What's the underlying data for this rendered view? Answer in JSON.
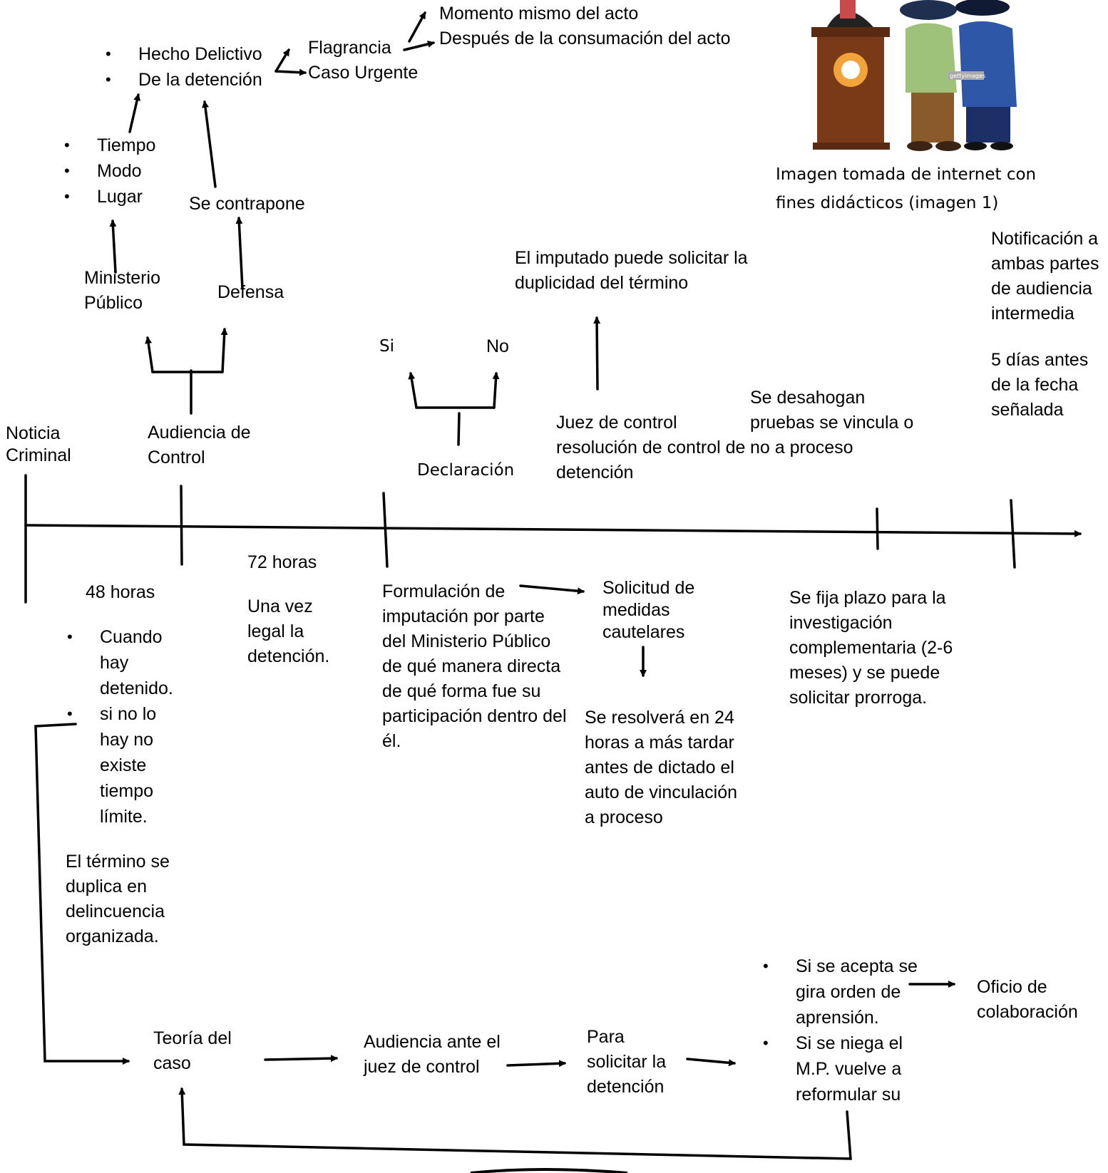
{
  "top": {
    "bullets": [
      "Hecho Delictivo",
      "De la detención"
    ],
    "flagrancia": "Flagrancia",
    "caso_urgente": "Caso Urgente",
    "momento": "Momento mismo del acto",
    "despues": "Después de la consumación del acto",
    "tml_bullets": [
      "Tiempo",
      "Modo",
      "Lugar"
    ],
    "se_contrapone": "Se contrapone",
    "ministerio": "Ministerio Público",
    "defensa": "Defensa"
  },
  "image": {
    "caption": "Imagen tomada de internet con fines didácticos (imagen 1)",
    "watermark": "gettyimages"
  },
  "timeline": {
    "noticia": "Noticia Criminal",
    "audiencia_control": "Audiencia de Control",
    "si": "Si",
    "no": "No",
    "declaracion": "Declaración",
    "imputado": "El imputado puede solicitar la duplicidad del término",
    "juez": "Juez de control resolución de control de detención",
    "desahogan": "Se desahogan pruebas se vincula o no a proceso",
    "notificacion": "Notificación a ambas partes de audiencia intermedia",
    "cinco_dias": "5 días antes de la fecha señalada"
  },
  "below": {
    "h48": "48 horas",
    "h48_bullets": [
      "Cuando hay detenido.",
      "si no lo hay no existe tiempo límite."
    ],
    "duplica": "El término se duplica en delincuencia organizada.",
    "h72": "72 horas",
    "una_vez": "Una vez legal la detención.",
    "formulacion": "Formulación de imputación por parte del Ministerio Público de qué manera directa de qué forma fue su participación dentro del él.",
    "solicitud": "Solicitud de medidas cautelares",
    "resolvera": "Se resolverá en 24 horas a más tardar antes de dictado el auto de vinculación a proceso",
    "plazo": "Se fija plazo para la investigación complementaria (2-6 meses) y se puede solicitar prorroga."
  },
  "bottom": {
    "teoria": "Teoría del caso",
    "audiencia_juez": "Audiencia ante el juez de control",
    "para_solicitar": "Para solicitar la detención",
    "bullets": [
      "Si se acepta se gira orden de aprensión.",
      "Si se niega el M.P. vuelve a reformular su"
    ],
    "oficio": "Oficio de colaboración"
  }
}
